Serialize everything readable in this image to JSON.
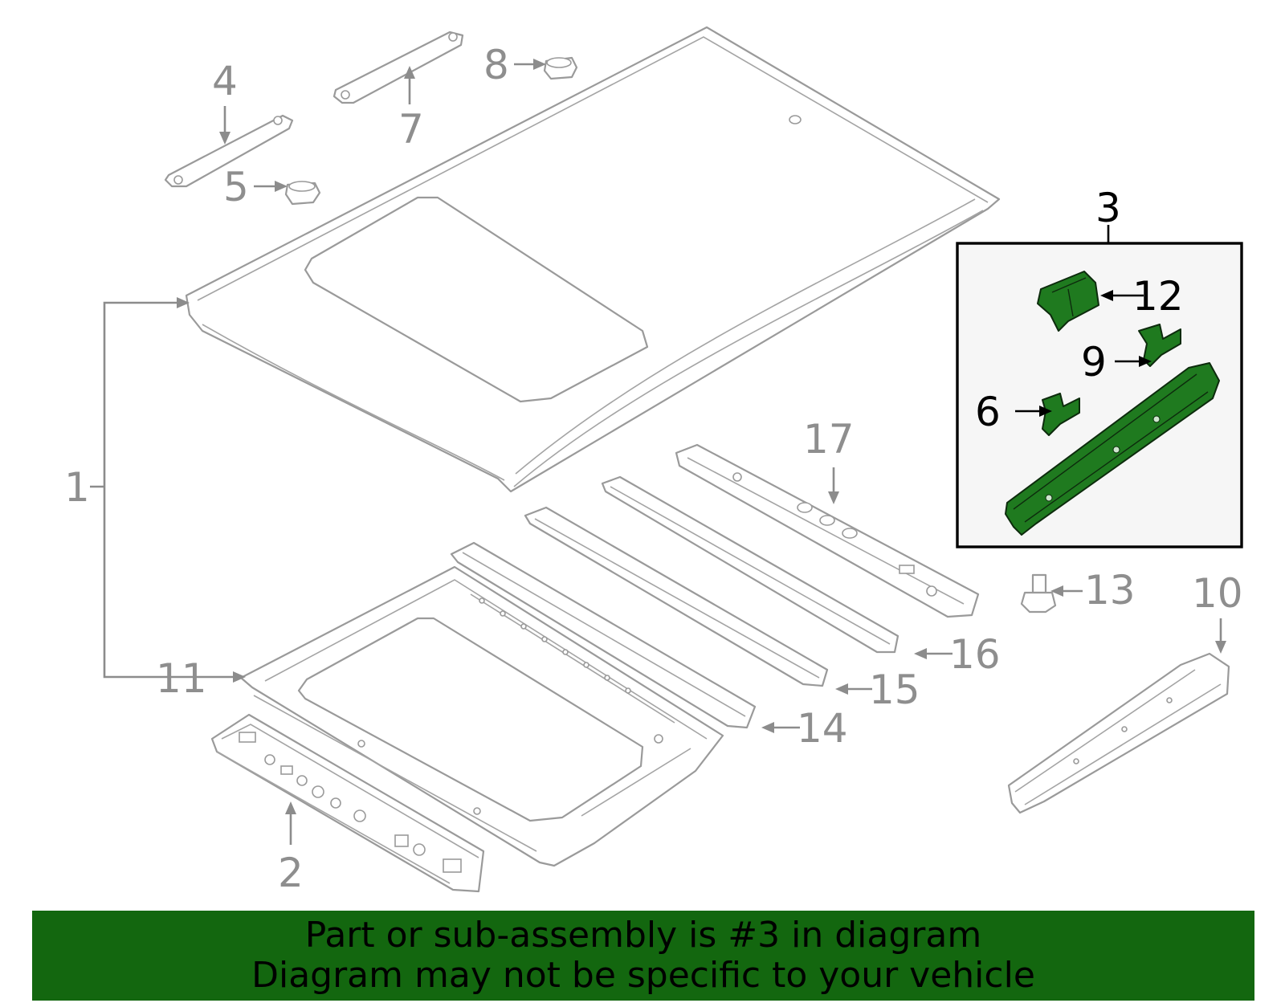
{
  "callouts": {
    "c1": "1",
    "c2": "2",
    "c3": "3",
    "c4": "4",
    "c5": "5",
    "c6": "6",
    "c7": "7",
    "c8": "8",
    "c9": "9",
    "c10": "10",
    "c11": "11",
    "c12": "12",
    "c13": "13",
    "c14": "14",
    "c15": "15",
    "c16": "16",
    "c17": "17"
  },
  "highlighted_part": "3",
  "colors": {
    "highlight_fill": "#1f7a1f",
    "banner_background": "#13670f",
    "line_art": "#9a9a9a"
  },
  "banner": {
    "line1": "Part or sub-assembly is #3 in diagram",
    "line2": "Diagram may not be specific to your vehicle"
  }
}
